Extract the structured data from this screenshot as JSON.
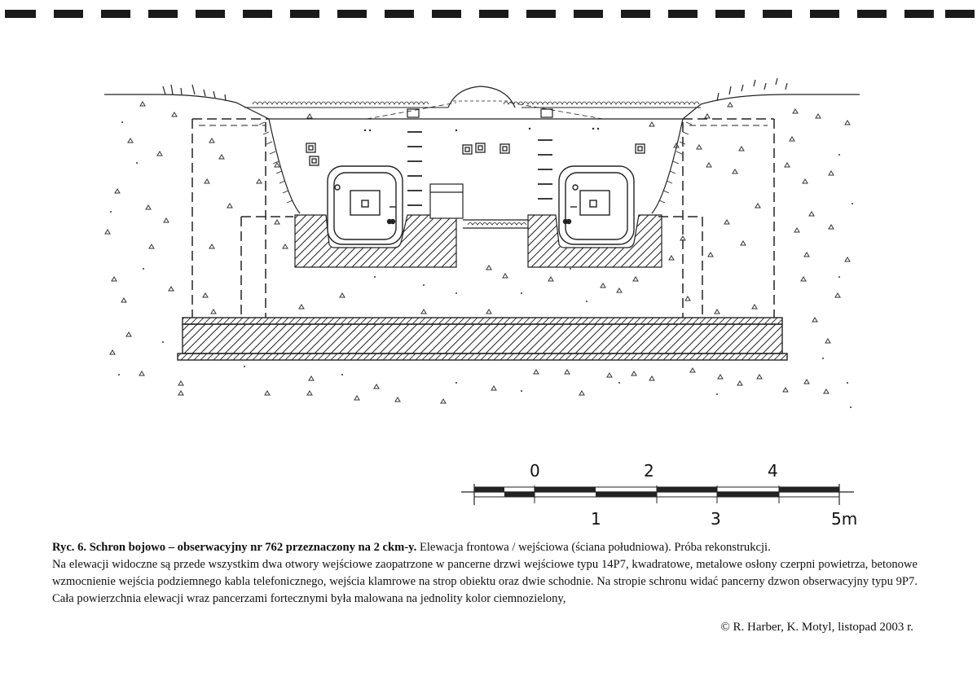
{
  "caption": {
    "title": "Ryc. 6. Schron bojowo – obserwacyjny nr 762 przeznaczony na 2 ckm-y.",
    "subtitle": " Elewacja frontowa / wejściowa (ściana południowa). Próba rekonstrukcji.",
    "body": "Na elewacji widoczne są przede wszystkim dwa otwory wejściowe zaopatrzone w pancerne drzwi wejściowe typu 14P7, kwadratowe, metalowe osłony czerpni powietrza, betonowe wzmocnienie wejścia podziemnego kabla telefonicznego, wejścia klamrowe na strop obiektu oraz dwie schodnie. Na stropie schronu widać pancerny dzwon obserwacyjny typu 9P7. Cała powierzchnia elewacji wraz pancerzami fortecznymi była malowana na jednolity kolor ciemnozielony,"
  },
  "copyright": "© R. Harber, K. Motyl, listopad 2003 r.",
  "scale_bar": {
    "top_labels": [
      "0",
      "2",
      "4"
    ],
    "bottom_labels": [
      "1",
      "3",
      "5m"
    ]
  }
}
